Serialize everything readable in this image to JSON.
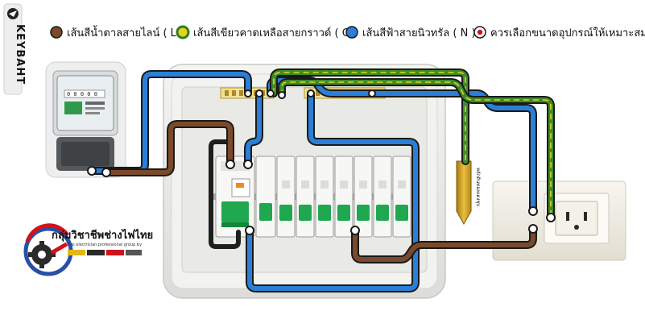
{
  "brand": {
    "name": "KEYBAHT"
  },
  "legend": {
    "items": [
      {
        "label": "เส้นสีน้ำตาลสายไลน์ ( L )",
        "color": "#7a4a2a",
        "icon": "brown-dot-icon"
      },
      {
        "label": "เส้นสีเขียวคาดเหลือสายกราวด์ ( G )",
        "color": "#3a8a2a",
        "icon": "green-yellow-dot-icon"
      },
      {
        "label": "เส้นสีฟ้าสายนิวทรัล ( N )",
        "color": "#2b7fd6",
        "icon": "blue-dot-icon"
      },
      {
        "label": "ควรเลือกขนาดอุปกรณ์ให้เหมาะสม",
        "color": "#d0121b",
        "icon": "red-dot-icon"
      }
    ]
  },
  "logo": {
    "title": "กลุ่มวิชาชีพช่างไฟไทย",
    "subtitle": "Thai electrician professional group by"
  },
  "ground_rod": {
    "label": "หลักดินทองแดงชุบ"
  },
  "colors": {
    "line": "#7a4a2a",
    "ground": "#3d8c2a",
    "ground_stripe": "#e6d21b",
    "neutral": "#2b7fd6",
    "outline": "#1a1a1a",
    "breaker_green": "#1fa84f"
  }
}
